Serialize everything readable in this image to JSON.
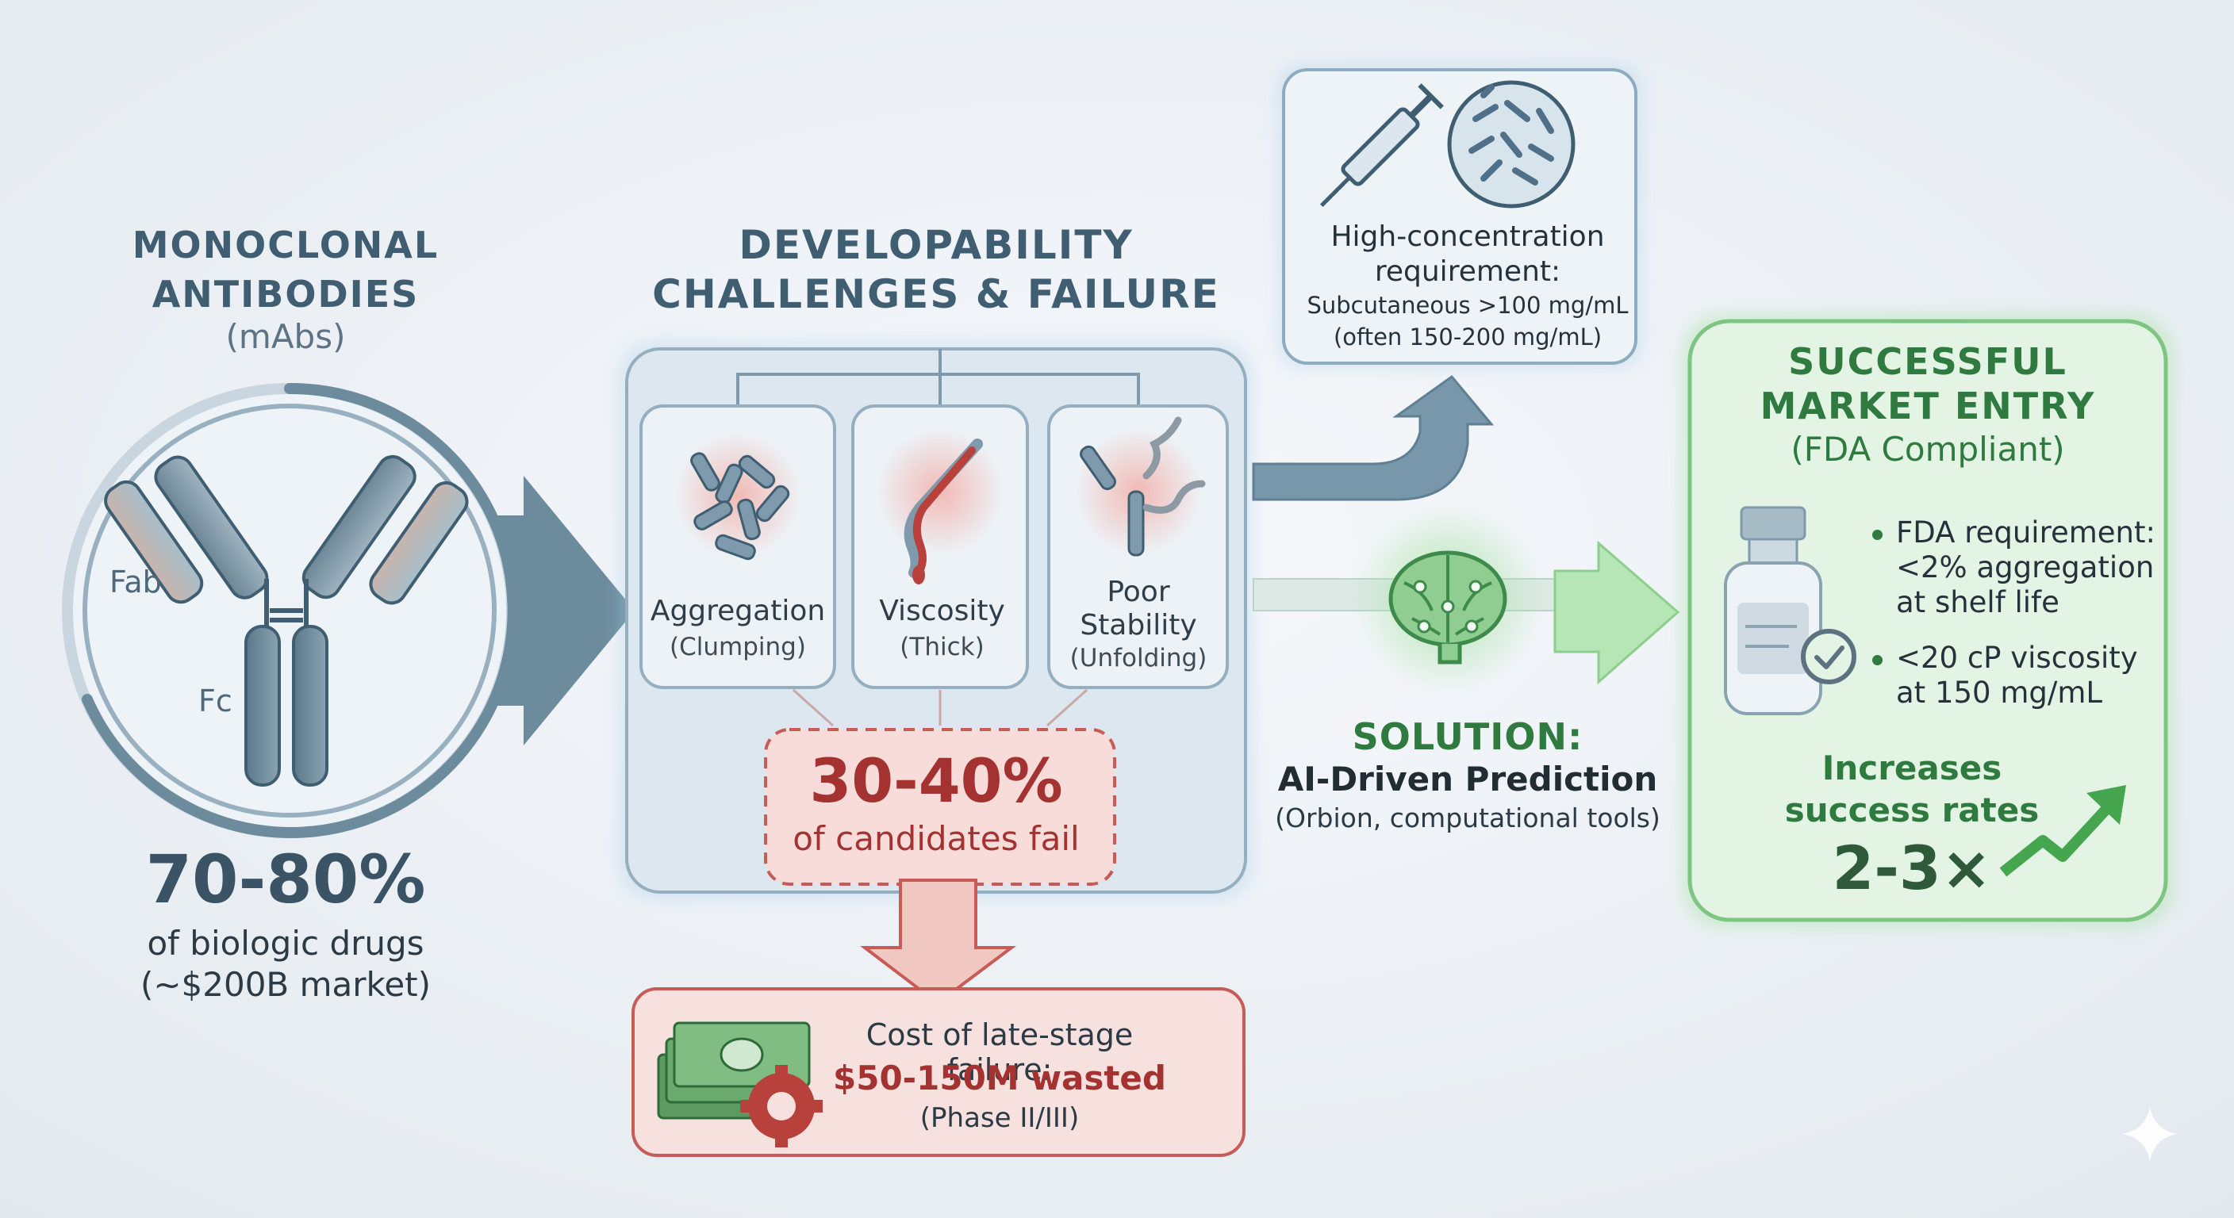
{
  "mabs": {
    "title_line1": "MONOCLONAL",
    "title_line2": "ANTIBODIES",
    "subtitle": "(mAbs)",
    "fab_label": "Fab",
    "fc_label": "Fc",
    "stat": "70-80%",
    "desc_line1": "of biologic drugs",
    "desc_line2": "(~$200B market)"
  },
  "challenges": {
    "title_line1": "DEVELOPABILITY",
    "title_line2": "CHALLENGES & FAILURE",
    "cards": [
      {
        "label": "Aggregation",
        "sub": "(Clumping)"
      },
      {
        "label": "Viscosity",
        "sub": "(Thick)"
      },
      {
        "label_line1": "Poor",
        "label_line2": "Stability",
        "sub": "(Unfolding)"
      }
    ],
    "fail_stat": "30-40%",
    "fail_desc": "of candidates fail"
  },
  "cost": {
    "line1": "Cost of late-stage failure:",
    "line2": "$50-150M wasted",
    "line3": "(Phase II/III)"
  },
  "concentration": {
    "line1a": "High-concentration",
    "line1b": "requirement:",
    "line2": "Subcutaneous >100 mg/mL",
    "line3": "(often 150-200 mg/mL)"
  },
  "solution": {
    "title": "SOLUTION:",
    "subtitle": "AI-Driven Prediction",
    "note": "(Orbion, computational tools)"
  },
  "success": {
    "title_line1": "SUCCESSFUL",
    "title_line2": "MARKET ENTRY",
    "subtitle": "(FDA Compliant)",
    "bullet1_l1": "FDA requirement:",
    "bullet1_l2": "<2% aggregation",
    "bullet1_l3": "at shelf life",
    "bullet2_l1": "<20 cP viscosity",
    "bullet2_l2": "at 150 mg/mL",
    "increase_l1": "Increases",
    "increase_l2": "success rates",
    "increase_stat": "2-3×"
  },
  "colors": {
    "navy": "#3f5e72",
    "blue_panel": "#dbe6ee",
    "red_accent": "#a33230",
    "red_panel": "#f6dcda",
    "green_accent": "#2f7a3f",
    "green_panel": "#e3f3e4"
  },
  "icons": [
    "antibody-icon",
    "syringe-icon",
    "crowded-vial-icon",
    "brain-circuit-icon",
    "money-stack-icon",
    "gear-icon",
    "medicine-vial-icon",
    "check-badge-icon",
    "trend-arrow-icon",
    "sparkle-icon"
  ]
}
